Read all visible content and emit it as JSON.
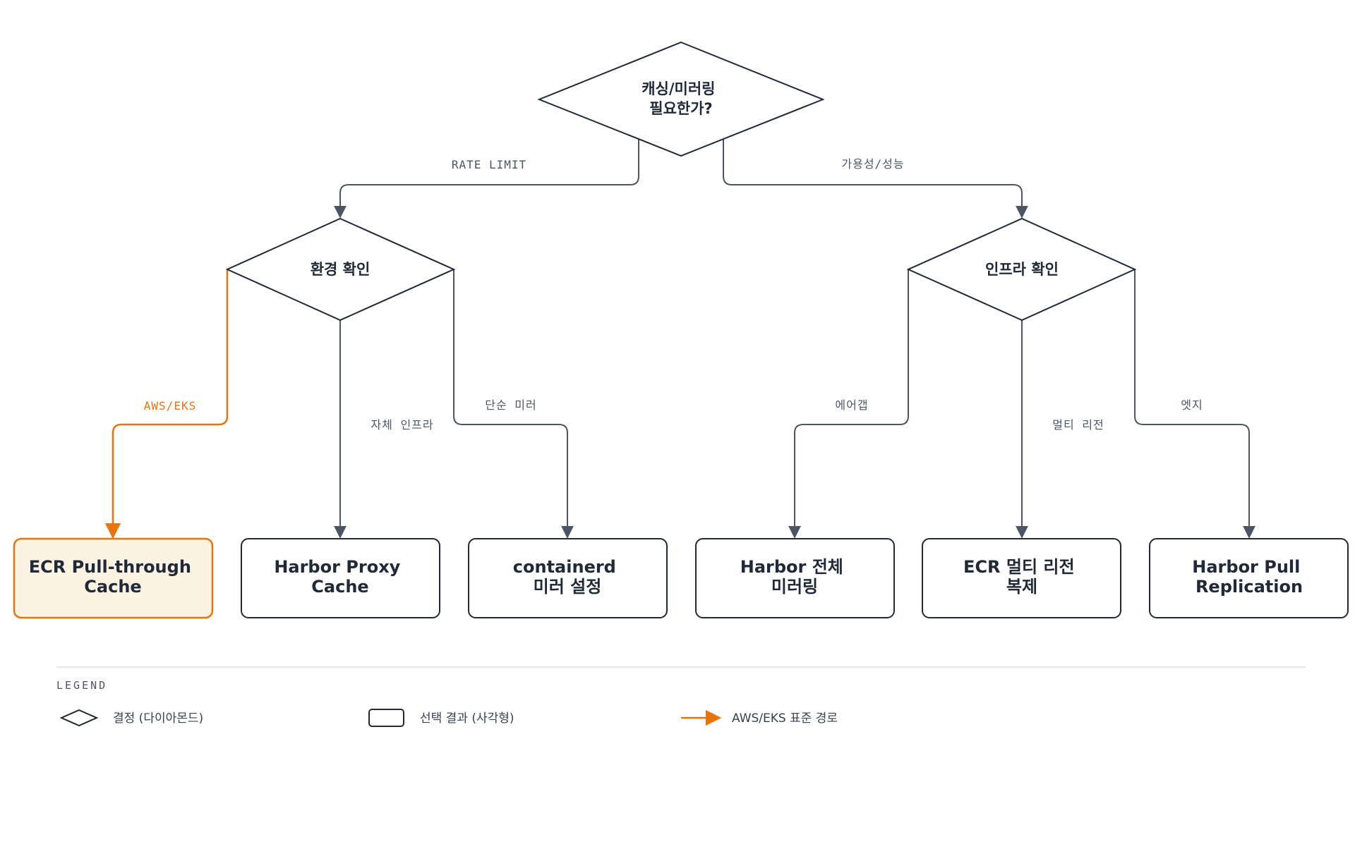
{
  "colors": {
    "stroke": "#1f2937",
    "edge": "#4b5563",
    "accent": "#e8740c",
    "accent_fill": "#fdf3e3",
    "divider": "#e5e7eb"
  },
  "decisions": {
    "root": {
      "lines": [
        "캐싱/미러링",
        "필요한가?"
      ]
    },
    "env": {
      "lines": [
        "환경 확인"
      ]
    },
    "infra": {
      "lines": [
        "인프라 확인"
      ]
    }
  },
  "edge_labels": {
    "rate_limit": "RATE LIMIT",
    "availability": "가용성/성능",
    "aws_eks": "AWS/EKS",
    "self_infra": "자체 인프라",
    "simple_mirror": "단순 미러",
    "airgap": "에어갭",
    "multi_region": "멀티 리전",
    "edge": "엣지"
  },
  "results": {
    "ecr_ptc": {
      "lines": [
        "ECR Pull-through",
        "Cache"
      ],
      "highlight": true
    },
    "harbor_proxy": {
      "lines": [
        "Harbor Proxy",
        "Cache"
      ]
    },
    "containerd": {
      "lines": [
        "containerd",
        "미러 설정"
      ]
    },
    "harbor_full": {
      "lines": [
        "Harbor 전체",
        "미러링"
      ]
    },
    "ecr_multi": {
      "lines": [
        "ECR 멀티 리전",
        "복제"
      ]
    },
    "harbor_pull": {
      "lines": [
        "Harbor Pull",
        "Replication"
      ]
    }
  },
  "legend": {
    "title": "LEGEND",
    "decision": "결정 (다이아몬드)",
    "result": "선택 결과 (사각형)",
    "standard_path": "AWS/EKS 표준 경로"
  }
}
